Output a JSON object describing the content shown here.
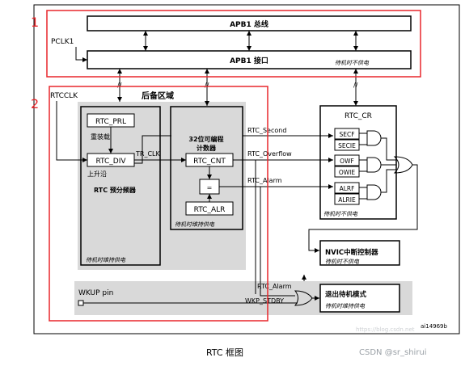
{
  "labels": {
    "apb1_bus": "APB1 总线",
    "apb1_interface": "APB1 接口",
    "pclk1": "PCLK1",
    "rtcclk": "RTCCLK",
    "backup_domain": "后备区域",
    "rtc_prl": "RTC_PRL",
    "reload": "重装载",
    "rtc_div": "RTC_DIV",
    "overflow": "上升沿",
    "prescaler": "RTC 预分频器",
    "tr_clk": "TR_CLK",
    "counter_title_1": "32位可编程",
    "counter_title_2": "计数器",
    "rtc_cnt": "RTC_CNT",
    "equal": "=",
    "rtc_alr": "RTC_ALR",
    "rtc_second": "RTC_Second",
    "rtc_overflow": "RTC_Overflow",
    "rtc_alarm": "RTC_Alarm",
    "rtc_cr": "RTC_CR",
    "secf": "SECF",
    "secie": "SECIE",
    "owf": "OWF",
    "owie": "OWIE",
    "alrf": "ALRF",
    "alrie": "ALRIE",
    "nvic": "NVIC中断控制器",
    "rtc_alarm_2": "RTC_Alarm",
    "wkp_stdby": "WKP_STDBY",
    "exit_standby": "退出待机模式",
    "wkup_pin": "WKUP pin",
    "standby_off": "待机时不供电",
    "standby_on": "待机时维持供电",
    "ref": "ai14969b",
    "caption": "RTC 框图",
    "watermark": "CSDN @sr_shirui",
    "faint_url": "https://blog.csdn.net",
    "marker_1": "1",
    "marker_2": "2"
  },
  "colors": {
    "marker": "#e8262b",
    "shade": "#d9d9d9"
  }
}
